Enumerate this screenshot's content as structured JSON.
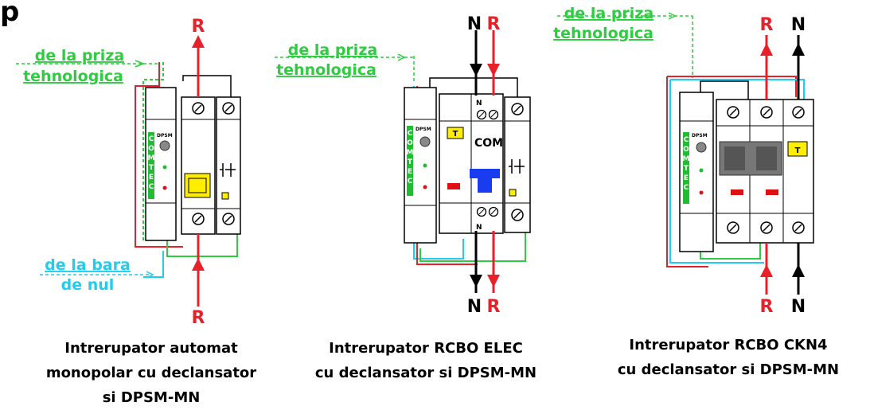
{
  "top_label_partial": "p",
  "colors": {
    "phase": "#e8202a",
    "neutral": "#000000",
    "supply_green": "#2ecc40",
    "null_cyan": "#22ccee",
    "module_green": "#22bb33",
    "yellow": "#ffee00",
    "blue": "#1a3cf0",
    "red_led": "#dd1111"
  },
  "labels": {
    "phase": "R",
    "neutral": "N",
    "from_socket_line1": "de la priza",
    "from_socket_line2": "tehnologica",
    "from_null_line1": "de la bara",
    "from_null_line2": "de nul",
    "module_brand": "COMTEC",
    "module_model": "DPSM",
    "rcbo_brand": "COM",
    "test_button": "T",
    "neutral_terminal": "N"
  },
  "captions": {
    "left": [
      "Intrerupator automat",
      "monopolar cu declansator",
      "si DPSM-MN"
    ],
    "middle": [
      "Intrerupator RCBO ELEC",
      "cu declansator si DPSM-MN"
    ],
    "right": [
      "Intrerupator RCBO CKN4",
      "cu declansator si DPSM-MN"
    ]
  }
}
